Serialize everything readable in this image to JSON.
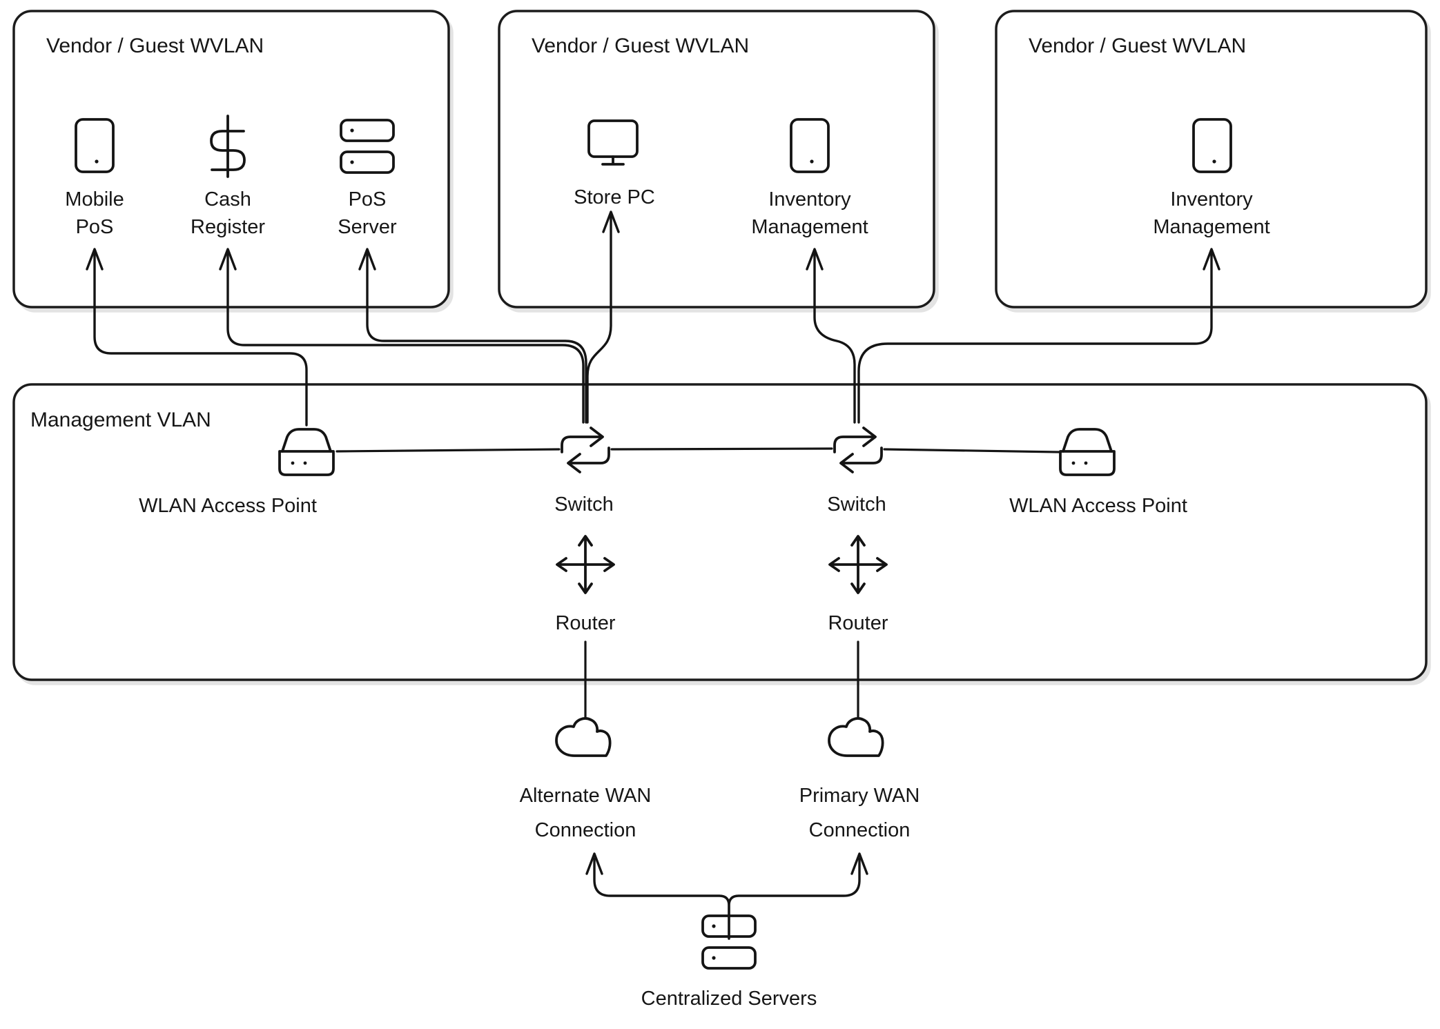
{
  "boxes": {
    "left": {
      "title": "Vendor / Guest WVLAN",
      "devices": {
        "mobile_pos": {
          "icon": "tablet-icon",
          "line1": "Mobile",
          "line2": "PoS"
        },
        "cash_register": {
          "icon": "dollar-sign-icon",
          "line1": "Cash",
          "line2": "Register"
        },
        "pos_server": {
          "icon": "server-stack-icon",
          "line1": "PoS",
          "line2": "Server"
        }
      }
    },
    "middle": {
      "title": "Vendor / Guest WVLAN",
      "devices": {
        "store_pc": {
          "icon": "monitor-icon",
          "line1": "Store PC"
        },
        "inventory_management": {
          "icon": "tablet-icon",
          "line1": "Inventory",
          "line2": "Management"
        }
      }
    },
    "right": {
      "title": "Vendor / Guest WVLAN",
      "devices": {
        "inventory_management": {
          "icon": "tablet-icon",
          "line1": "Inventory",
          "line2": "Management"
        }
      }
    }
  },
  "management": {
    "title": "Management VLAN",
    "wlan_ap_left": "WLAN Access Point",
    "switch_left": "Switch",
    "switch_right": "Switch",
    "wlan_ap_right": "WLAN Access Point",
    "router_left": "Router",
    "router_right": "Router"
  },
  "wan": {
    "alternate": {
      "icon": "cloud-icon",
      "line1": "Alternate WAN",
      "line2": "Connection"
    },
    "primary": {
      "icon": "cloud-icon",
      "line1": "Primary WAN",
      "line2": "Connection"
    }
  },
  "servers": {
    "icon": "server-stack-icon",
    "label": "Centralized Servers"
  },
  "connections": [
    "WLAN Access Point (left) -> Mobile PoS",
    "Switch (left) -> Cash Register",
    "Switch (left) -> PoS Server",
    "Switch (left) -> Store PC",
    "Switch (right) -> Inventory Management (middle)",
    "Switch (right) -> Inventory Management (right)",
    "WLAN Access Point (left) - Switch (left) - Switch (right) - WLAN Access Point (right)",
    "Router (left) - Alternate WAN Connection",
    "Router (right) - Primary WAN Connection",
    "Centralized Servers -> Alternate WAN Connection",
    "Centralized Servers -> Primary WAN Connection"
  ],
  "colors": {
    "ink": "#141414",
    "background": "#ffffff",
    "box_shadow": "#e3e3e3"
  }
}
